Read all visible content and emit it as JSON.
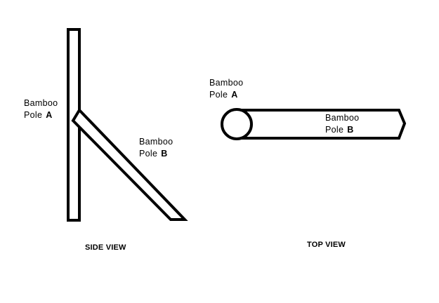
{
  "side_view": {
    "caption": "SIDE VIEW",
    "pole_a": {
      "line1": "Bamboo",
      "line2_prefix": "Pole",
      "line2_letter": "A"
    },
    "pole_b": {
      "line1": "Bamboo",
      "line2_prefix": "Pole",
      "line2_letter": "B"
    }
  },
  "top_view": {
    "caption": "TOP VIEW",
    "pole_a": {
      "line1": "Bamboo",
      "line2_prefix": "Pole",
      "line2_letter": "A"
    },
    "pole_b": {
      "line1": "Bamboo",
      "line2_prefix": "Pole",
      "line2_letter": "B"
    }
  },
  "colors": {
    "stroke": "#000000",
    "background": "#ffffff"
  }
}
